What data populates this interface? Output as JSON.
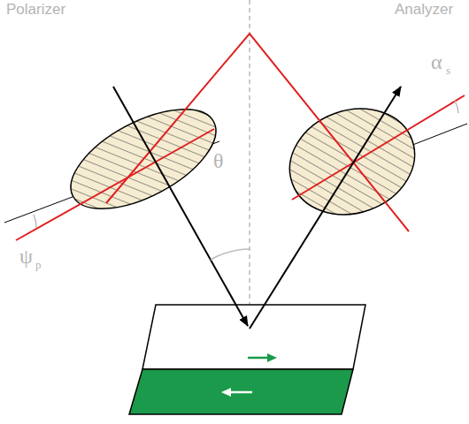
{
  "diagram": {
    "labels": [
      "Polarizer",
      "Analyzer",
      "α",
      "s",
      "ψ",
      "p",
      "θ"
    ]
  }
}
